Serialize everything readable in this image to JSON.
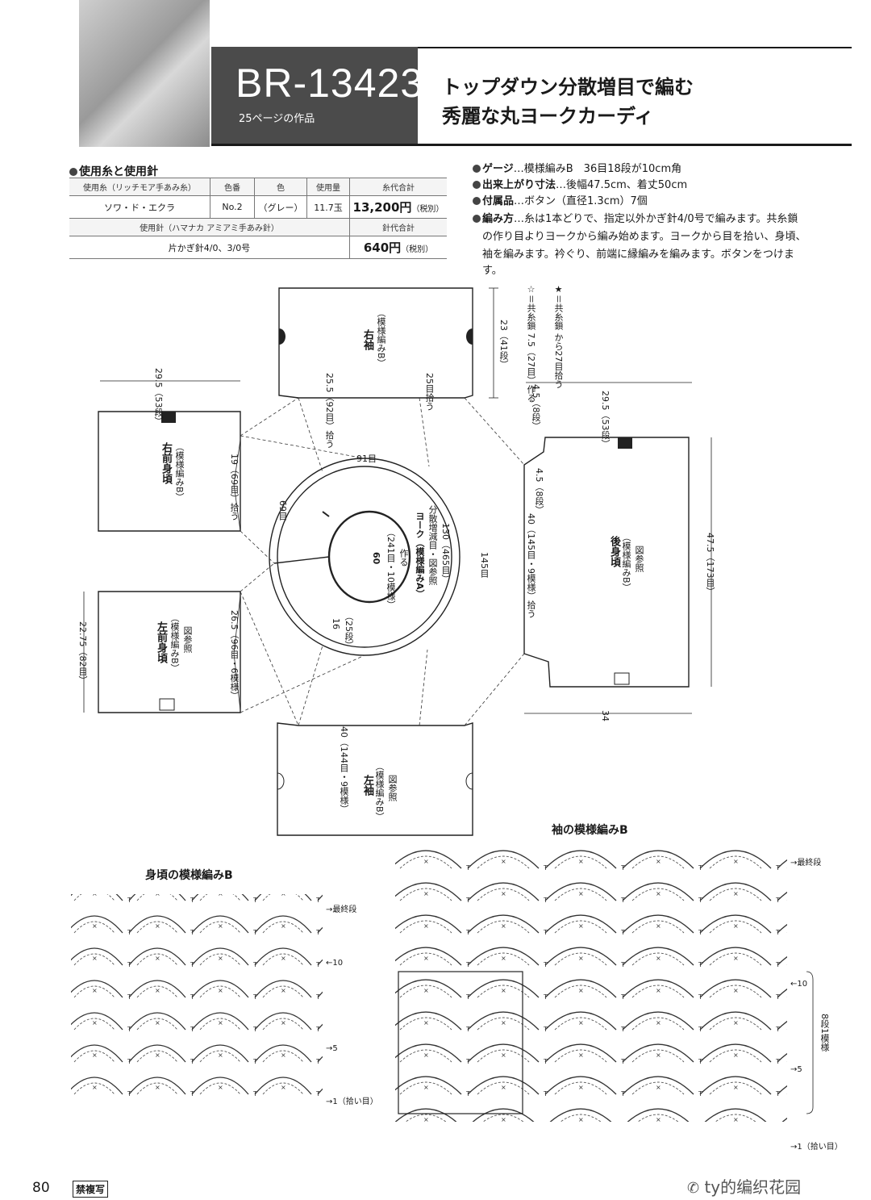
{
  "header": {
    "code": "BR-13423",
    "code_sub": "25ページの作品",
    "headline_line1": "トップダウン分散増目で編む",
    "headline_line2": "秀麗な丸ヨークカーディ"
  },
  "yarn": {
    "title": "使用糸と使用針",
    "head_yarn": "使用糸（リッチモア手あみ糸）",
    "head_color_no": "色番",
    "head_color": "色",
    "head_amount": "使用量",
    "head_yarn_total": "糸代合計",
    "yarn_name": "ソワ・ド・エクラ",
    "color_no": "No.2",
    "color": "（グレー）",
    "amount": "11.7玉",
    "yarn_price": "13,200円",
    "tax": "（税別）",
    "head_needle": "使用針（ハマナカ アミアミ手あみ針）",
    "head_needle_total": "針代合計",
    "needle": "片かぎ針4/0、3/0号",
    "needle_price": "640円"
  },
  "info": {
    "gauge_label": "ゲージ",
    "gauge": "…模様編みB　36目18段が10cm角",
    "size_label": "出来上がり寸法",
    "size": "…後幅47.5cm、着丈50cm",
    "notions_label": "付属品",
    "notions": "…ボタン（直径1.3cm）7個",
    "method_label": "編み方",
    "method_1": "…糸は1本どりで、指定以外かぎ針4/0号で編みます。共糸鎖",
    "method_2": "の作り目よりヨークから編み始めます。ヨークから目を拾い、身頃、",
    "method_3": "袖を編みます。衿ぐり、前端に縁編みを編みます。ボタンをつけま",
    "method_4": "す。"
  },
  "diagram": {
    "right_sleeve": "右袖",
    "right_sleeve_sub": "（模様編みB）",
    "left_sleeve": "左袖",
    "left_sleeve_sub": "（模様編みB）",
    "left_sleeve_ref": "図参照",
    "right_front": "右前身頃",
    "right_front_sub": "（模様編みB）",
    "left_front": "左前身頃",
    "left_front_sub": "（模様編みB）",
    "left_front_ref": "図参照",
    "back": "後身頃",
    "back_sub": "（模様編みB）",
    "back_ref": "図参照",
    "yoke": "ヨーク（模様編みA）",
    "yoke_sub": "分散増減目・図参照",
    "yoke_130": "130（465目）",
    "yoke_145": "145目",
    "yoke_91": "91目",
    "yoke_69": "69目",
    "yoke_16": "16",
    "yoke_25": "（25段）",
    "neck_60": "60",
    "neck_sub": "（241目・10模様）",
    "neck_make": "作る",
    "dim_23": "23（41段）",
    "dim_255": "25.5（92目）拾う",
    "dim_25": "25目拾う",
    "dim_295a": "29.5（53段）",
    "dim_295b": "29.5（53段）",
    "dim_45a": "4.5（8段）",
    "dim_45b": "4.5（8段）",
    "dim_19": "19（69目）拾う",
    "dim_2275": "22.75（82目）",
    "dim_265": "26.5（96目・6模様）",
    "dim_40": "40（145目・9模様）拾う",
    "dim_475": "47.5（173目）",
    "dim_34": "34",
    "dim_40b": "40（144目・9模様）",
    "legend_a": "☆＝共糸鎖 7.5（27目）作る",
    "legend_b": "★＝共糸鎖 から27目拾う"
  },
  "patterns": {
    "body_title": "身頃の模様編みB",
    "sleeve_title": "袖の模様編みB",
    "last_row": "最終段",
    "row_10": "10",
    "row_5": "5",
    "row_1": "1（拾い目）",
    "repeat": "8段1模様"
  },
  "footer": {
    "page_no": "80",
    "no_copy": "禁複写",
    "watermark": "ty的编织花园"
  }
}
